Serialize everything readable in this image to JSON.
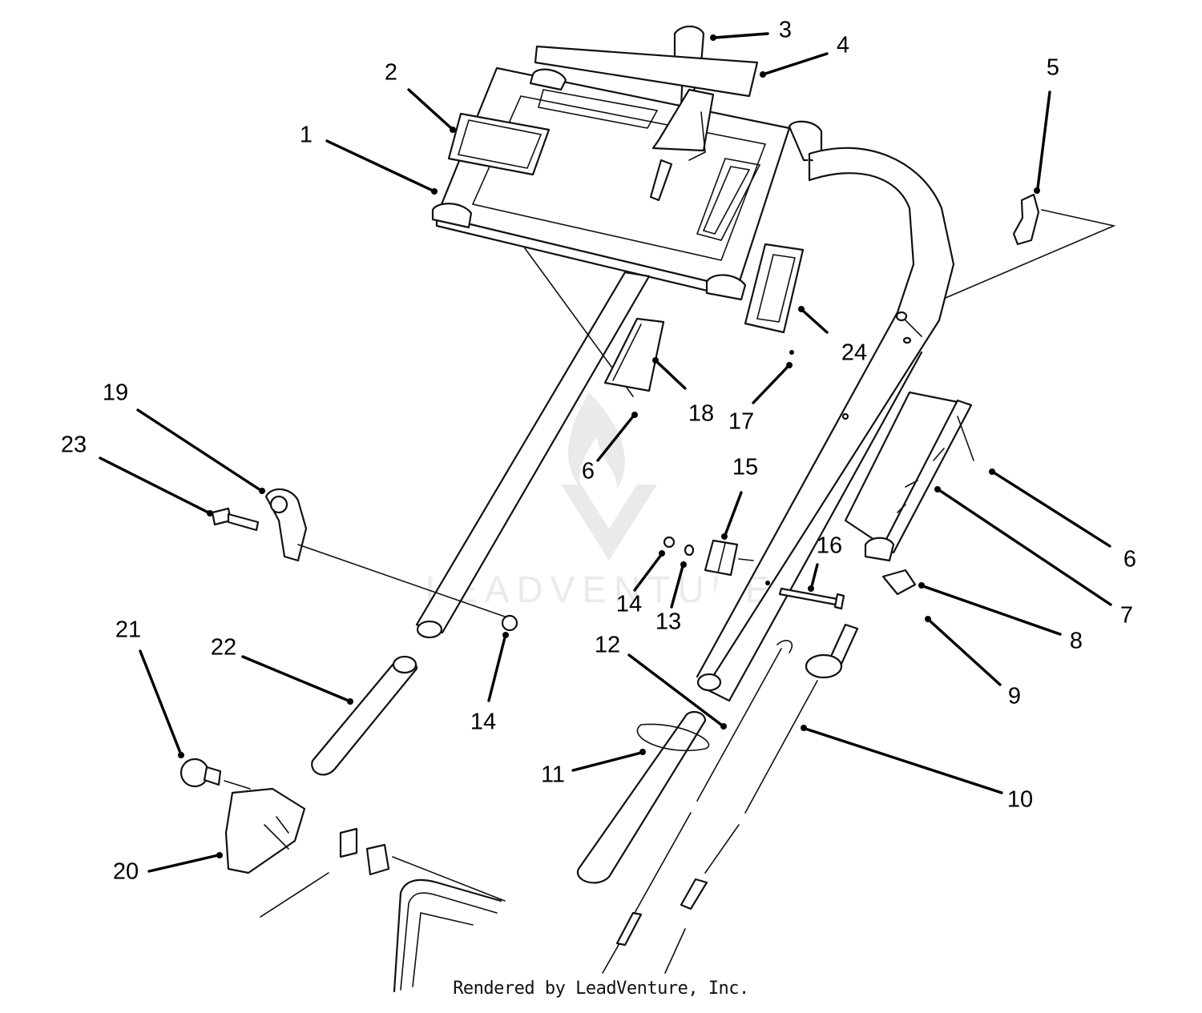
{
  "diagram": {
    "callouts": [
      {
        "id": "c1",
        "label": "1"
      },
      {
        "id": "c2",
        "label": "2"
      },
      {
        "id": "c3",
        "label": "3"
      },
      {
        "id": "c4",
        "label": "4"
      },
      {
        "id": "c5",
        "label": "5"
      },
      {
        "id": "c6a",
        "label": "6"
      },
      {
        "id": "c6b",
        "label": "6"
      },
      {
        "id": "c7",
        "label": "7"
      },
      {
        "id": "c8",
        "label": "8"
      },
      {
        "id": "c9",
        "label": "9"
      },
      {
        "id": "c10",
        "label": "10"
      },
      {
        "id": "c11",
        "label": "11"
      },
      {
        "id": "c12",
        "label": "12"
      },
      {
        "id": "c13",
        "label": "13"
      },
      {
        "id": "c14a",
        "label": "14"
      },
      {
        "id": "c14b",
        "label": "14"
      },
      {
        "id": "c15",
        "label": "15"
      },
      {
        "id": "c16",
        "label": "16"
      },
      {
        "id": "c17",
        "label": "17"
      },
      {
        "id": "c18",
        "label": "18"
      },
      {
        "id": "c19",
        "label": "19"
      },
      {
        "id": "c20",
        "label": "20"
      },
      {
        "id": "c21",
        "label": "21"
      },
      {
        "id": "c22",
        "label": "22"
      },
      {
        "id": "c23",
        "label": "23"
      },
      {
        "id": "c24",
        "label": "24"
      }
    ],
    "watermark": "LEADVENTURE",
    "footer": "Rendered by LeadVenture, Inc."
  }
}
